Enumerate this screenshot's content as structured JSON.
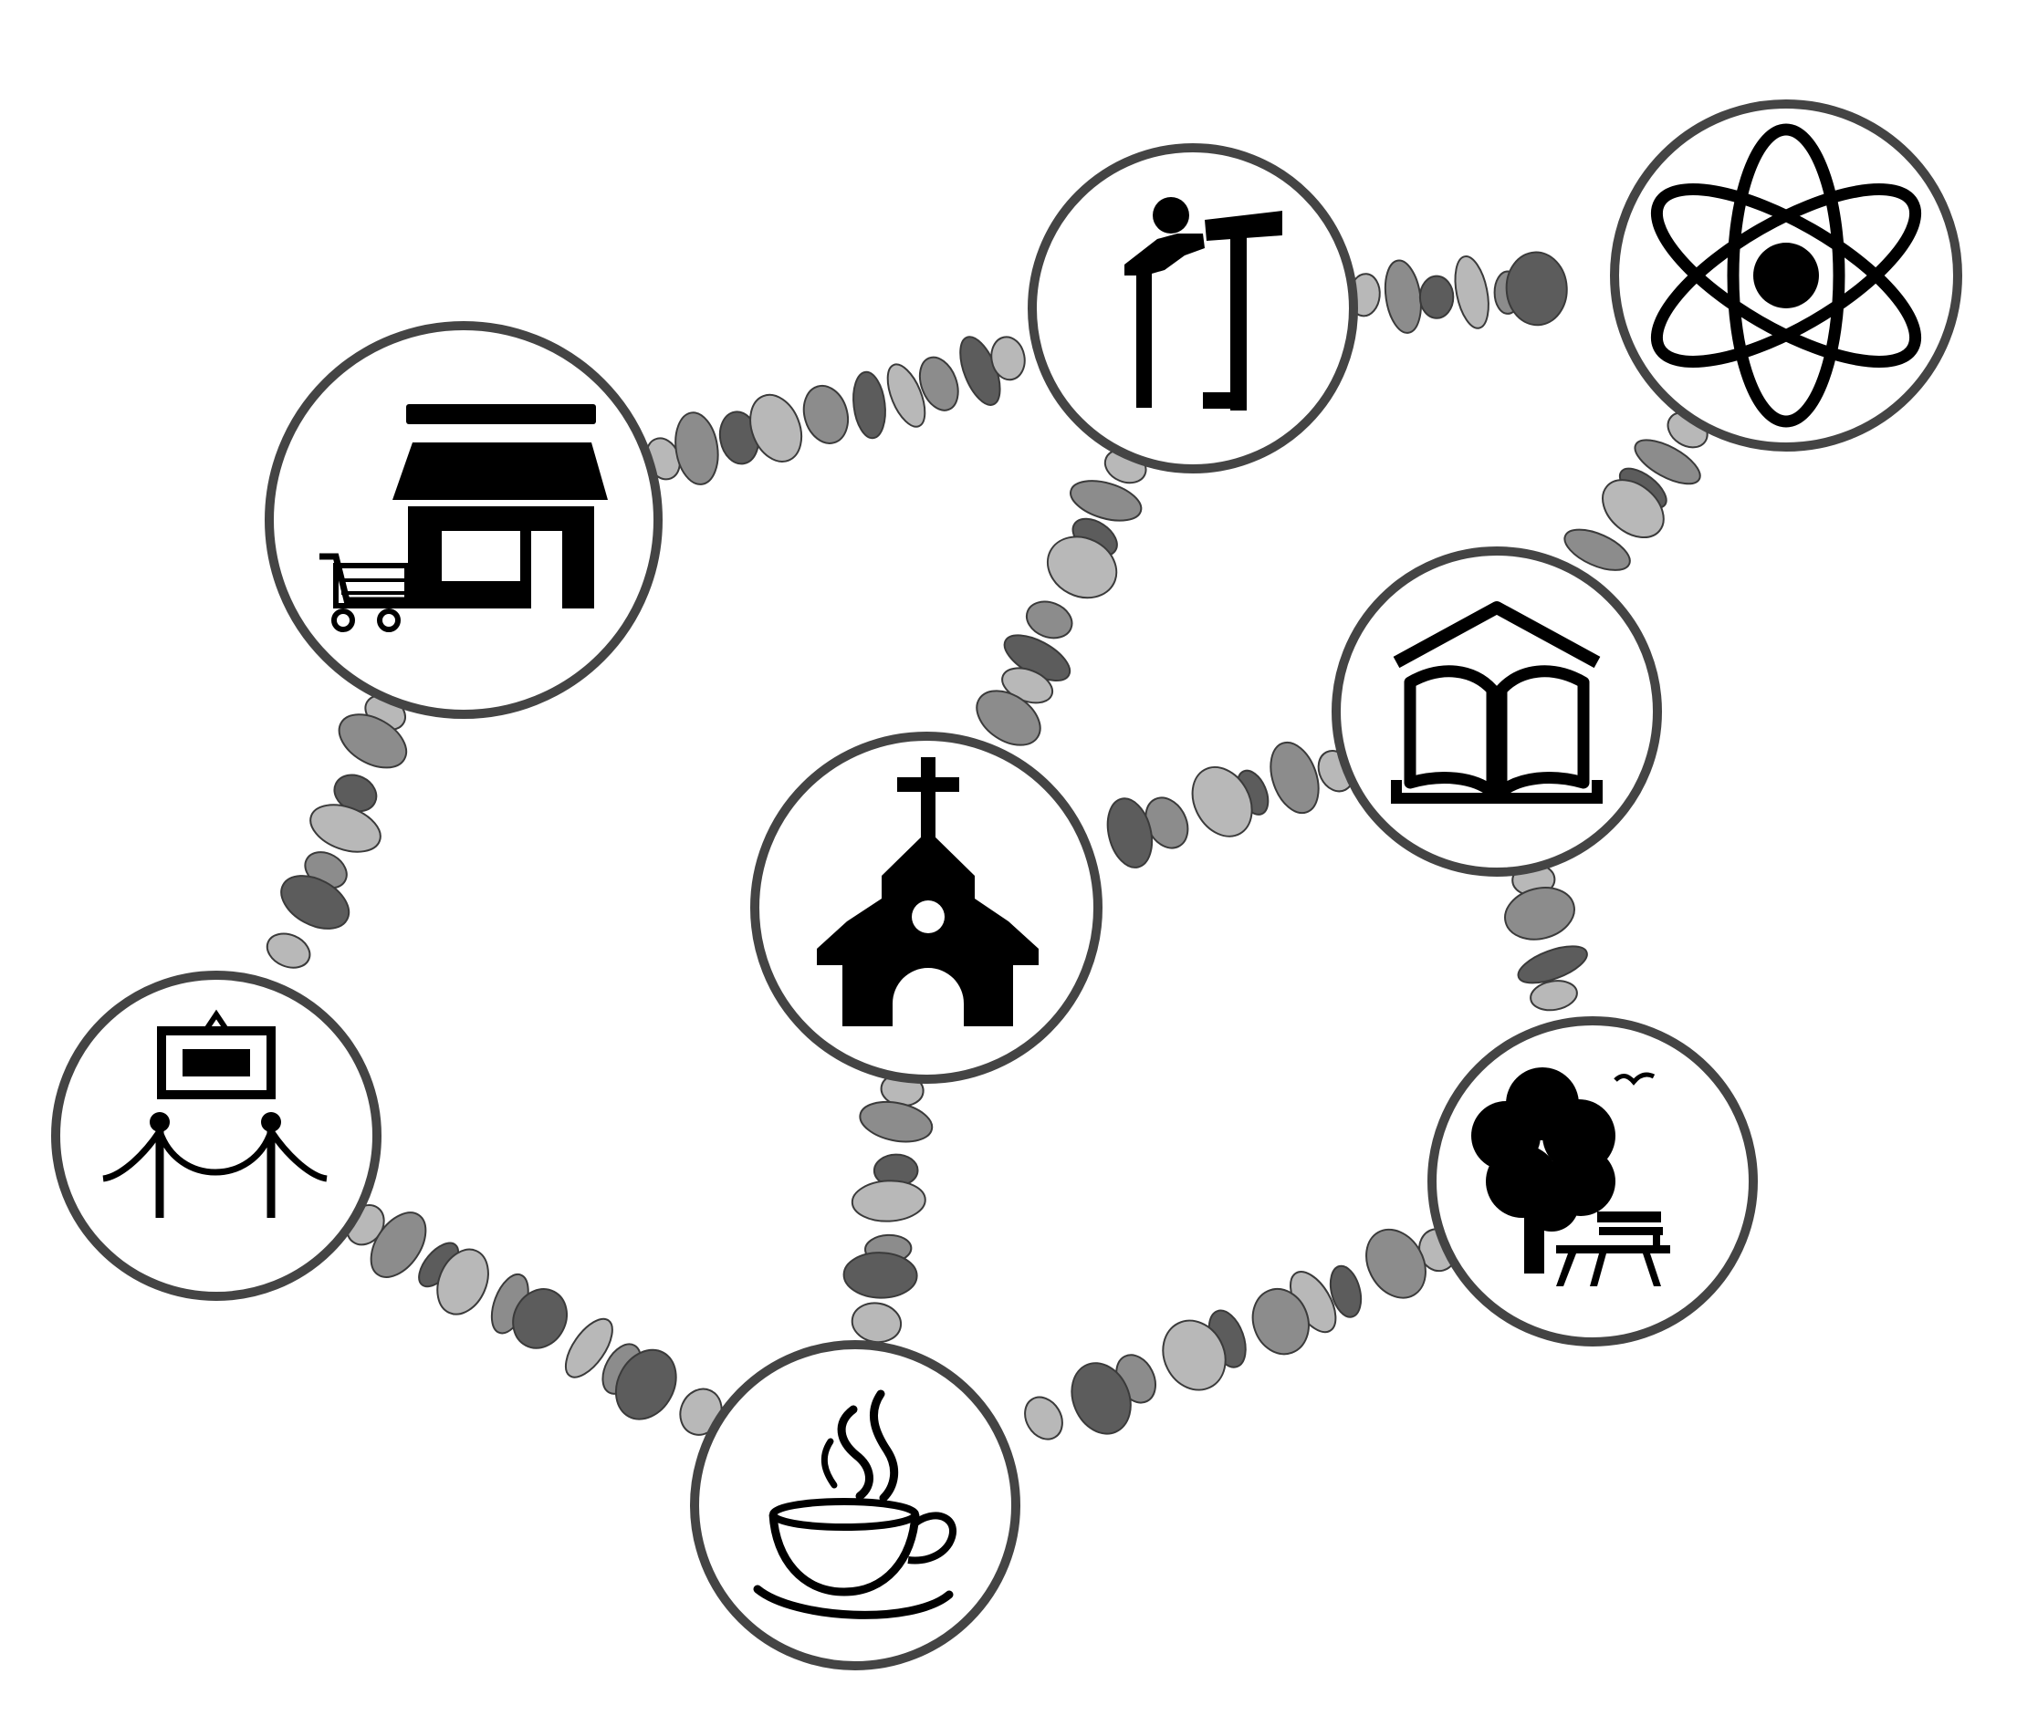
{
  "colors": {
    "background": "#ffffff",
    "ring": "#444444",
    "icon": "#000000",
    "stone_light": "#b8b8b8",
    "stone_mid": "#8c8c8c",
    "stone_dark": "#5c5c5c"
  },
  "nodes": [
    {
      "id": "shop",
      "icon": "shop-with-cart-icon"
    },
    {
      "id": "observatory",
      "icon": "person-telescope-icon"
    },
    {
      "id": "science",
      "icon": "atom-icon"
    },
    {
      "id": "library",
      "icon": "open-book-house-icon"
    },
    {
      "id": "church",
      "icon": "church-icon"
    },
    {
      "id": "museum",
      "icon": "museum-painting-rope-icon"
    },
    {
      "id": "park",
      "icon": "tree-bench-bird-icon"
    },
    {
      "id": "cafe",
      "icon": "coffee-cup-icon"
    }
  ],
  "paths": [
    {
      "from": "shop",
      "to": "observatory",
      "style": "stepping-stones"
    },
    {
      "from": "observatory",
      "to": "science",
      "style": "stepping-stones"
    },
    {
      "from": "observatory",
      "to": "church",
      "style": "stepping-stones"
    },
    {
      "from": "science",
      "to": "library",
      "style": "stepping-stones"
    },
    {
      "from": "library",
      "to": "church",
      "style": "stepping-stones"
    },
    {
      "from": "library",
      "to": "park",
      "style": "stepping-stones"
    },
    {
      "from": "shop",
      "to": "museum",
      "style": "stepping-stones"
    },
    {
      "from": "museum",
      "to": "cafe",
      "style": "stepping-stones"
    },
    {
      "from": "church",
      "to": "cafe",
      "style": "stepping-stones"
    },
    {
      "from": "park",
      "to": "cafe",
      "style": "stepping-stones"
    }
  ]
}
